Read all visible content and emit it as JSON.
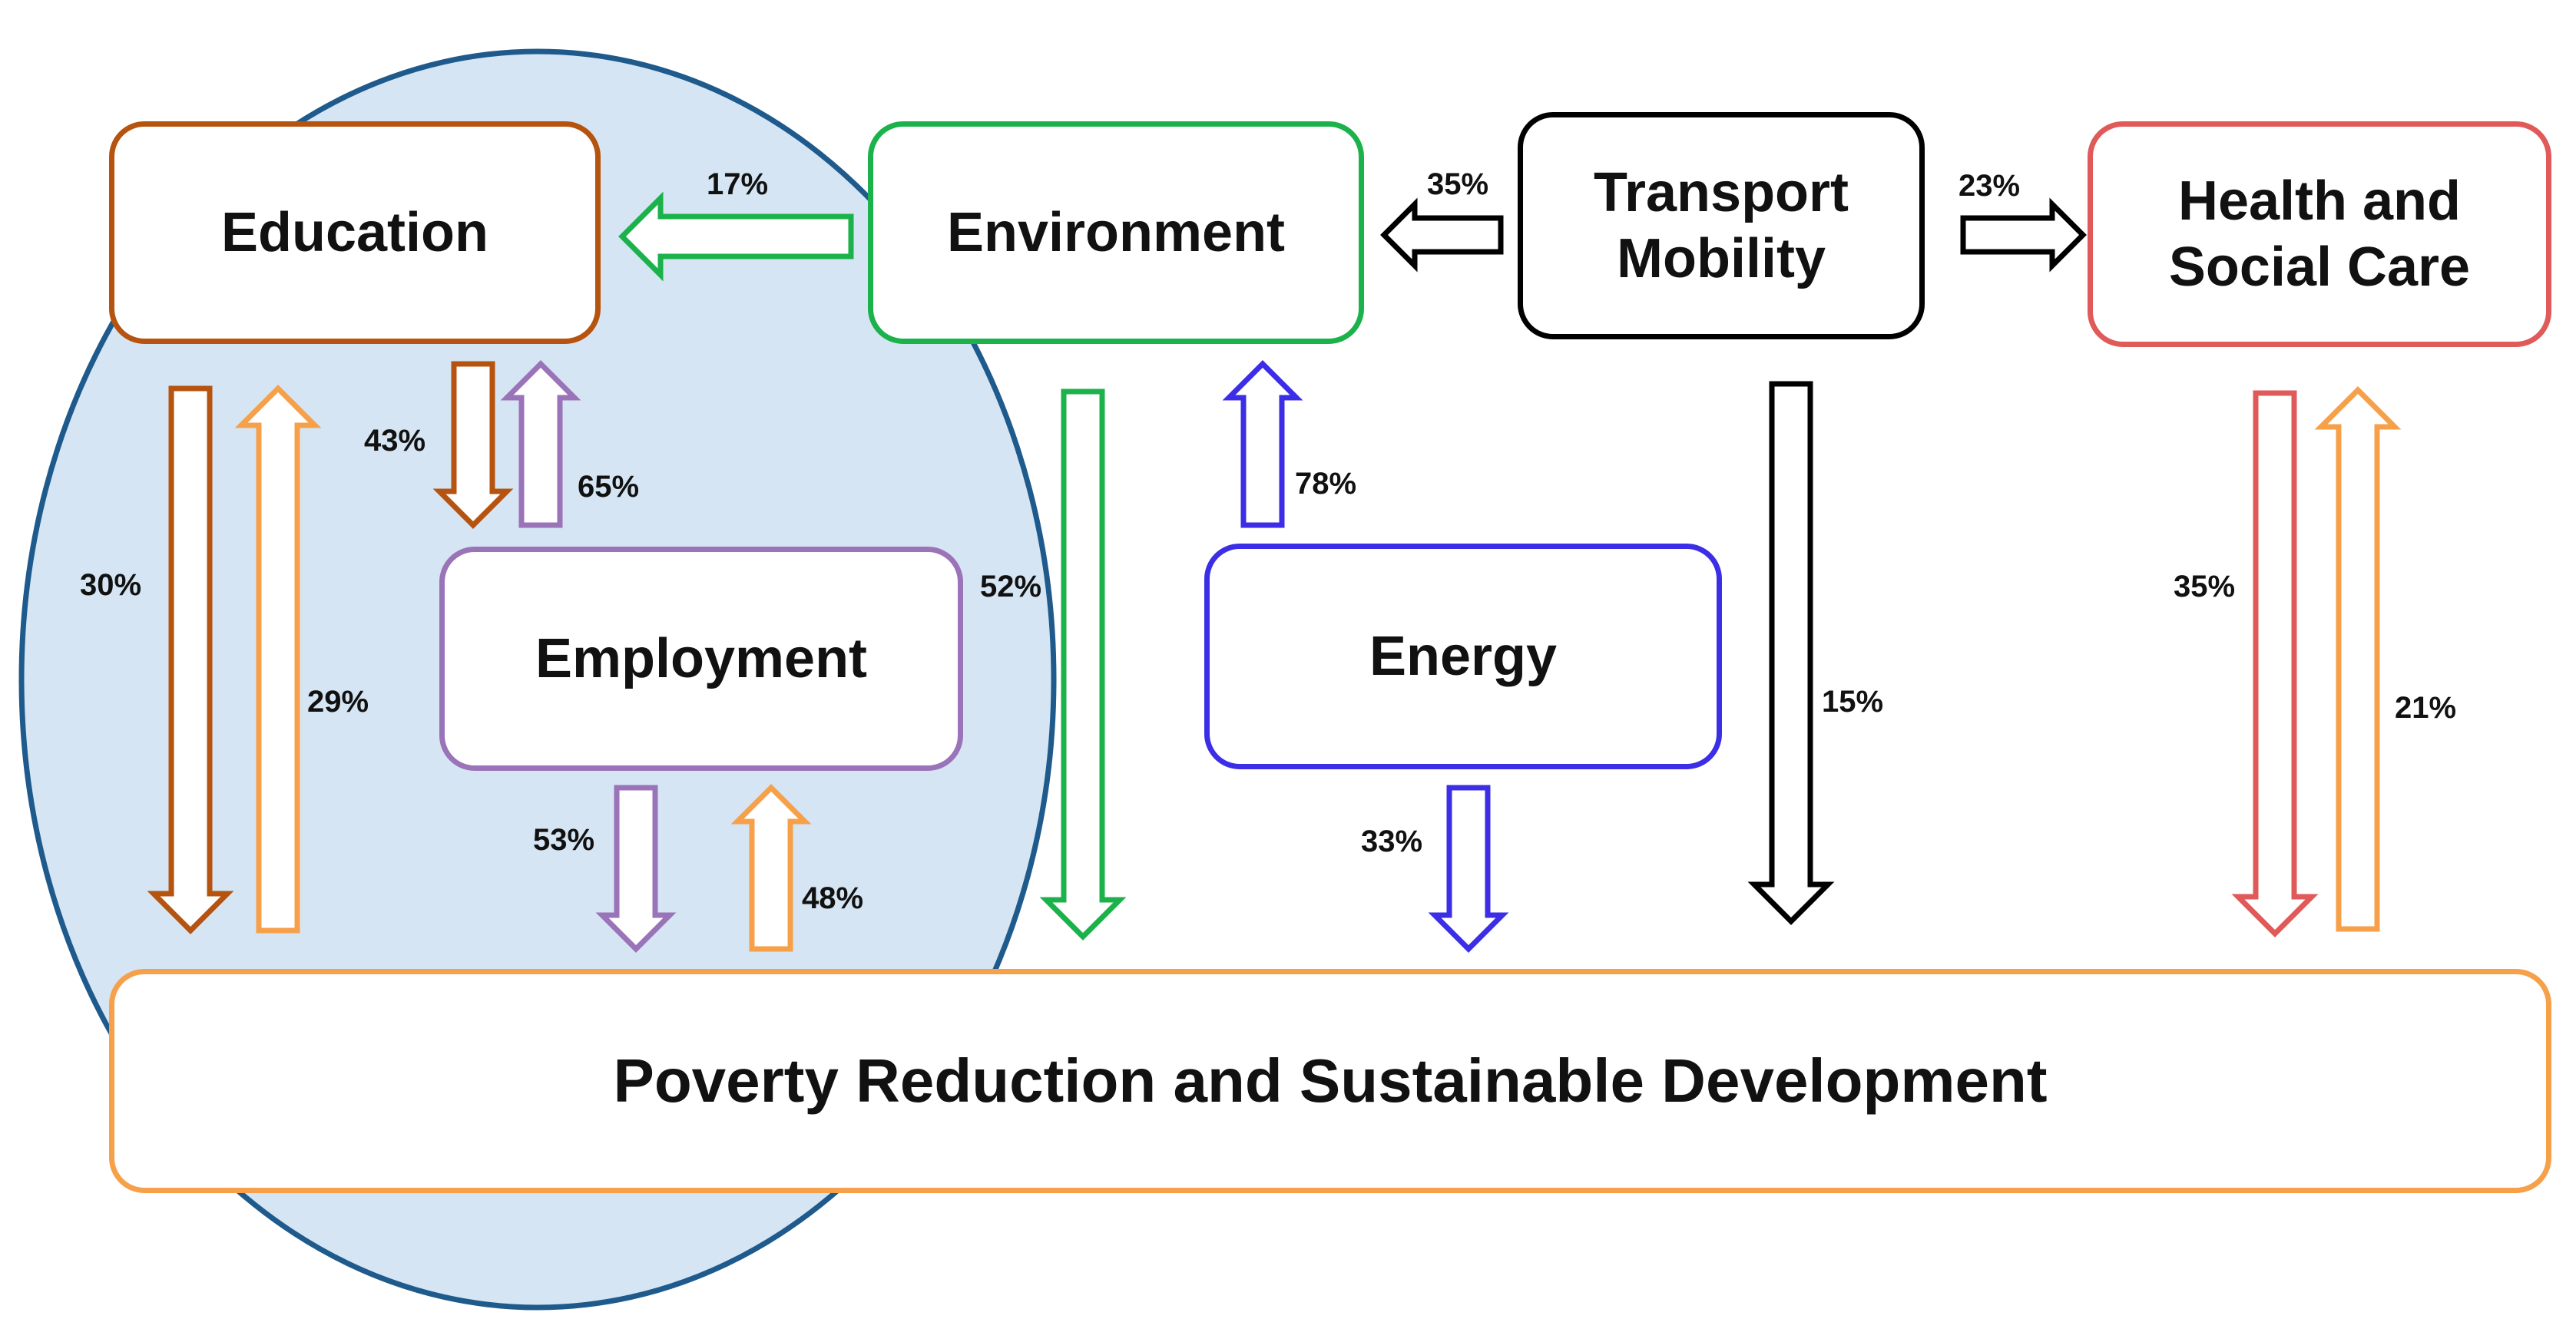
{
  "colors": {
    "ellipse_fill": "#d6e5f3",
    "ellipse_stroke": "#1f5a8c",
    "education": "#b5530f",
    "environment": "#1cb24b",
    "transport": "#000000",
    "health": "#e05a5a",
    "employment": "#9a73b8",
    "energy": "#3b2ee6",
    "poverty": "#f7a04a"
  },
  "nodes": {
    "education": {
      "label": "Education"
    },
    "environment": {
      "label": "Environment"
    },
    "transport": {
      "line1": "Transport",
      "line2": "Mobility"
    },
    "health": {
      "line1": "Health and",
      "line2": "Social Care"
    },
    "employment": {
      "label": "Employment"
    },
    "energy": {
      "label": "Energy"
    },
    "poverty": {
      "label": "Poverty Reduction and Sustainable Development"
    }
  },
  "links": [
    {
      "id": "env-to-edu",
      "from": "Environment",
      "to": "Education",
      "value": "17%",
      "color_key": "environment"
    },
    {
      "id": "transport-to-env",
      "from": "Transport Mobility",
      "to": "Environment",
      "value": "35%",
      "color_key": "transport"
    },
    {
      "id": "transport-to-health",
      "from": "Transport Mobility",
      "to": "Health and Social Care",
      "value": "23%",
      "color_key": "transport"
    },
    {
      "id": "edu-to-emp",
      "from": "Education",
      "to": "Employment",
      "value": "43%",
      "color_key": "education"
    },
    {
      "id": "emp-to-edu",
      "from": "Employment",
      "to": "Education",
      "value": "65%",
      "color_key": "employment"
    },
    {
      "id": "edu-to-pov",
      "from": "Education",
      "to": "Poverty Reduction and Sustainable Development",
      "value": "30%",
      "color_key": "education"
    },
    {
      "id": "pov-to-edu",
      "from": "Poverty Reduction and Sustainable Development",
      "to": "Education",
      "value": "29%",
      "color_key": "poverty"
    },
    {
      "id": "env-to-pov",
      "from": "Environment",
      "to": "Poverty Reduction and Sustainable Development",
      "value": "52%",
      "color_key": "environment"
    },
    {
      "id": "energy-to-env",
      "from": "Energy",
      "to": "Environment",
      "value": "78%",
      "color_key": "energy"
    },
    {
      "id": "emp-to-pov",
      "from": "Employment",
      "to": "Poverty Reduction and Sustainable Development",
      "value": "53%",
      "color_key": "employment"
    },
    {
      "id": "pov-to-emp",
      "from": "Poverty Reduction and Sustainable Development",
      "to": "Employment",
      "value": "48%",
      "color_key": "poverty"
    },
    {
      "id": "energy-to-pov",
      "from": "Energy",
      "to": "Poverty Reduction and Sustainable Development",
      "value": "33%",
      "color_key": "energy"
    },
    {
      "id": "transport-to-pov",
      "from": "Transport Mobility",
      "to": "Poverty Reduction and Sustainable Development",
      "value": "15%",
      "color_key": "transport"
    },
    {
      "id": "health-to-pov",
      "from": "Health and Social Care",
      "to": "Poverty Reduction and Sustainable Development",
      "value": "35%",
      "color_key": "health"
    },
    {
      "id": "pov-to-health",
      "from": "Poverty Reduction and Sustainable Development",
      "to": "Health and Social Care",
      "value": "21%",
      "color_key": "poverty"
    }
  ]
}
